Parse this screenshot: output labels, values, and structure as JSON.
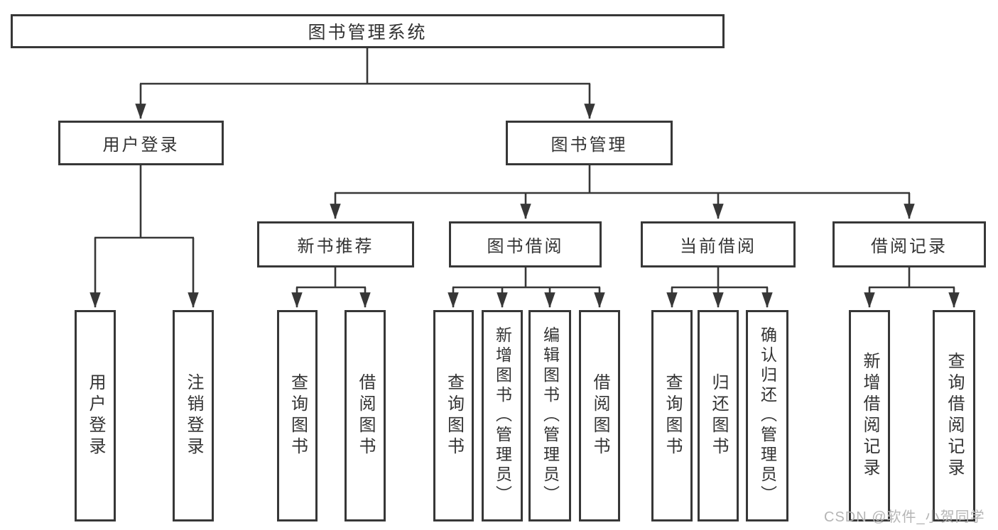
{
  "tree": {
    "root": {
      "label": "图书管理系统"
    },
    "branches": [
      {
        "label": "用户登录",
        "leaves": [
          {
            "label": "用户登录"
          },
          {
            "label": "注销登录"
          }
        ]
      },
      {
        "label": "图书管理",
        "groups": [
          {
            "label": "新书推荐",
            "leaves": [
              {
                "label": "查询图书"
              },
              {
                "label": "借阅图书"
              }
            ]
          },
          {
            "label": "图书借阅",
            "leaves": [
              {
                "label": "查询图书"
              },
              {
                "label": "新增图书（管理员）"
              },
              {
                "label": "编辑图书（管理员）"
              },
              {
                "label": "借阅图书"
              }
            ]
          },
          {
            "label": "当前借阅",
            "leaves": [
              {
                "label": "查询图书"
              },
              {
                "label": "归还图书"
              },
              {
                "label": "确认归还（管理员）"
              }
            ]
          },
          {
            "label": "借阅记录",
            "leaves": [
              {
                "label": "新增借阅记录"
              },
              {
                "label": "查询借阅记录"
              }
            ]
          }
        ]
      }
    ]
  },
  "watermark": {
    "text": "CSDN @软件_小贺同学"
  },
  "colors": {
    "line": "#373737",
    "box_border": "#373737",
    "box_fill": "#ffffff",
    "text": "#333333",
    "watermark": "#b5b5b5",
    "background": "#ffffff"
  }
}
